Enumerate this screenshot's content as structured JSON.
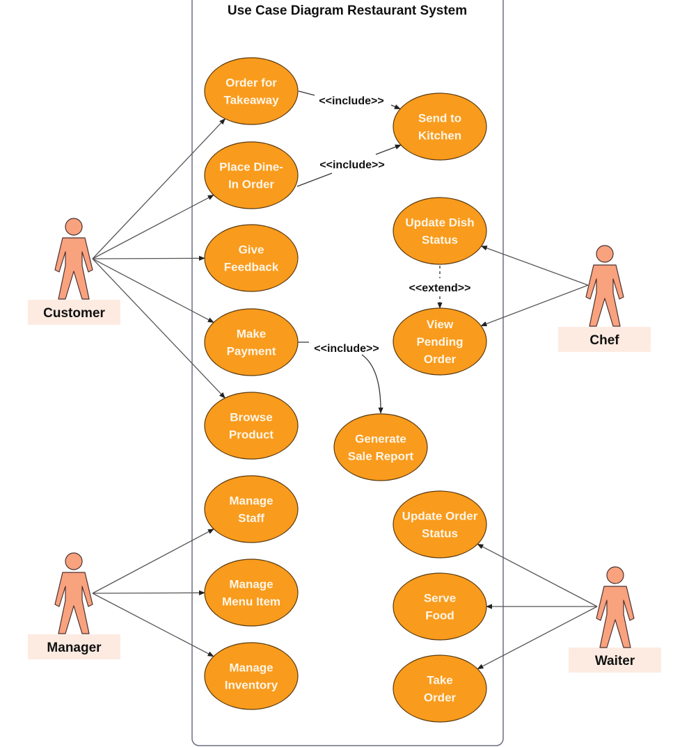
{
  "diagram": {
    "title": "Use Case Diagram Restaurant System",
    "colors": {
      "usecase_fill": "#f99b1c",
      "usecase_stroke": "#5a3a10",
      "usecase_text": "#fff6e8",
      "actor_fill": "#f9a27e",
      "actor_stroke": "#4a3030",
      "actor_label_bg": "#fdebe1",
      "boundary_stroke": "#6b6f80",
      "line": "#555555"
    },
    "actors": [
      {
        "id": "customer",
        "label": "Customer"
      },
      {
        "id": "manager",
        "label": "Manager"
      },
      {
        "id": "chef",
        "label": "Chef"
      },
      {
        "id": "waiter",
        "label": "Waiter"
      }
    ],
    "use_cases": [
      {
        "id": "order_takeaway",
        "lines": [
          "Order for",
          "Takeaway"
        ]
      },
      {
        "id": "place_dinein",
        "lines": [
          "Place Dine-",
          "In Order"
        ]
      },
      {
        "id": "give_feedback",
        "lines": [
          "Give",
          "Feedback"
        ]
      },
      {
        "id": "make_payment",
        "lines": [
          "Make",
          "Payment"
        ]
      },
      {
        "id": "browse_product",
        "lines": [
          "Browse",
          "Product"
        ]
      },
      {
        "id": "manage_staff",
        "lines": [
          "Manage",
          "Staff"
        ]
      },
      {
        "id": "manage_menu",
        "lines": [
          "Manage",
          "Menu Item"
        ]
      },
      {
        "id": "manage_inventory",
        "lines": [
          "Manage",
          "Inventory"
        ]
      },
      {
        "id": "send_kitchen",
        "lines": [
          "Send to",
          "Kitchen"
        ]
      },
      {
        "id": "update_dish",
        "lines": [
          "Update Dish",
          "Status"
        ]
      },
      {
        "id": "view_pending",
        "lines": [
          "View",
          "Pending",
          "Order"
        ]
      },
      {
        "id": "generate_report",
        "lines": [
          "Generate",
          "Sale Report"
        ]
      },
      {
        "id": "update_order_status",
        "lines": [
          "Update Order",
          "Status"
        ]
      },
      {
        "id": "serve_food",
        "lines": [
          "Serve",
          "Food"
        ]
      },
      {
        "id": "take_order",
        "lines": [
          "Take",
          "Order"
        ]
      }
    ],
    "associations": [
      {
        "from": "customer",
        "to": "order_takeaway"
      },
      {
        "from": "customer",
        "to": "place_dinein"
      },
      {
        "from": "customer",
        "to": "give_feedback"
      },
      {
        "from": "customer",
        "to": "make_payment"
      },
      {
        "from": "customer",
        "to": "browse_product"
      },
      {
        "from": "manager",
        "to": "manage_staff"
      },
      {
        "from": "manager",
        "to": "manage_menu"
      },
      {
        "from": "manager",
        "to": "manage_inventory"
      },
      {
        "from": "chef",
        "to": "update_dish"
      },
      {
        "from": "chef",
        "to": "view_pending"
      },
      {
        "from": "waiter",
        "to": "update_order_status"
      },
      {
        "from": "waiter",
        "to": "serve_food"
      },
      {
        "from": "waiter",
        "to": "take_order"
      }
    ],
    "relationships": [
      {
        "from": "order_takeaway",
        "to": "send_kitchen",
        "label": "<<include>>"
      },
      {
        "from": "place_dinein",
        "to": "send_kitchen",
        "label": "<<include>>"
      },
      {
        "from": "update_dish",
        "to": "view_pending",
        "label": "<<extend>>"
      },
      {
        "from": "make_payment",
        "to": "generate_report",
        "label": "<<include>>"
      }
    ]
  }
}
